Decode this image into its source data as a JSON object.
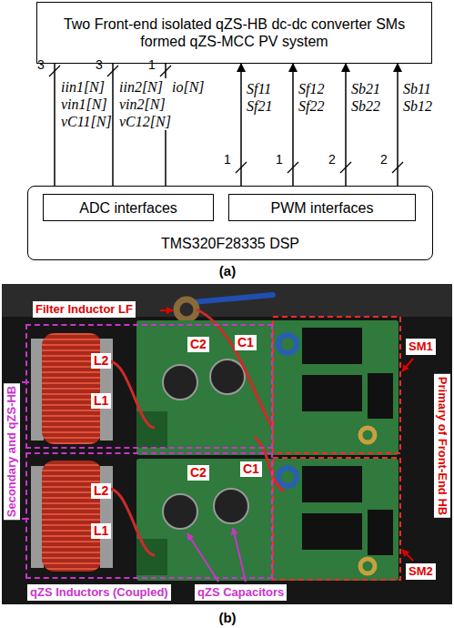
{
  "diagram": {
    "nodes": [
      {
        "text": [
          "Two Front-end isolated qZS-HB dc-dc converter SMs formed qZS-MCC PV system"
        ]
      },
      {
        "text": [
          "TMS320F28335 DSP"
        ]
      },
      {
        "text": [
          "ADC interfaces"
        ],
        "in": 1
      },
      {
        "text": [
          "PWM interfaces"
        ],
        "in": 1
      },
      {
        "text": [
          "L2",
          "L1",
          "C2",
          "C1"
        ]
      },
      {
        "text": [
          "L2",
          "L1",
          "C2",
          "C1"
        ]
      }
    ],
    "edges": [
      {
        "from": 0,
        "to": 2,
        "arrow": "to",
        "label": "iin1[N] vin1[N] vC11[N]"
      },
      {
        "from": 0,
        "to": 2,
        "arrow": "to",
        "label": "iin2[N] vin2[N] vC12[N]"
      },
      {
        "from": 0,
        "to": 2,
        "arrow": "to",
        "label": "io[N]"
      },
      {
        "from": 3,
        "to": 0,
        "arrow": "to",
        "label": "Sf11 Sf21"
      },
      {
        "from": 3,
        "to": 0,
        "arrow": "to",
        "label": "Sf12 Sf22"
      },
      {
        "from": 3,
        "to": 0,
        "arrow": "to",
        "label": "Sb21 Sb22"
      },
      {
        "from": 3,
        "to": 0,
        "arrow": "to",
        "label": "Sb11 Sb12"
      }
    ],
    "labels": [
      "(a)",
      "3",
      "3",
      "1",
      "1",
      "1",
      "2",
      "2",
      "(b)",
      "Filter Inductor LF",
      "Secondary and qZS-HB",
      "SM1",
      "Primary of Front-End HB",
      "SM2",
      "qZS Inductors (Coupled)",
      "qZS Capacitors"
    ]
  }
}
